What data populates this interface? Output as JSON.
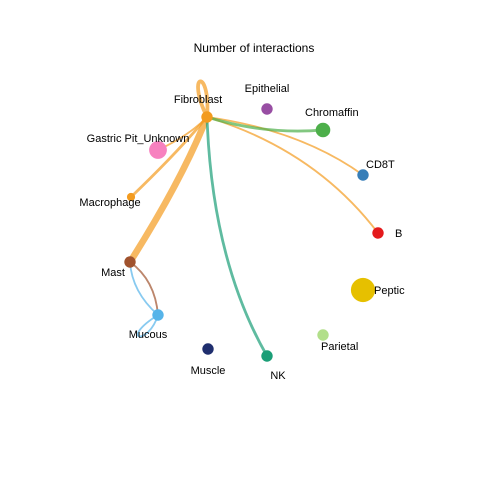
{
  "title": "Number of interactions",
  "nodes": [
    {
      "id": "fibroblast",
      "label": "Fibroblast",
      "color": "#F39B1F",
      "size": 2
    },
    {
      "id": "epithelial",
      "label": "Epithelial",
      "color": "#984EA3",
      "size": 2
    },
    {
      "id": "chromaffin",
      "label": "Chromaffin",
      "color": "#4DAF4A",
      "size": 3
    },
    {
      "id": "cd8t",
      "label": "CD8T",
      "color": "#377EB8",
      "size": 2
    },
    {
      "id": "b",
      "label": "B",
      "color": "#E41A1C",
      "size": 2
    },
    {
      "id": "peptic",
      "label": "Peptic",
      "color": "#E6C000",
      "size": 6
    },
    {
      "id": "parietal",
      "label": "Parietal",
      "color": "#B2DF8A",
      "size": 2
    },
    {
      "id": "nk",
      "label": "NK",
      "color": "#1B9E77",
      "size": 2
    },
    {
      "id": "muscle",
      "label": "Muscle",
      "color": "#1F2E6E",
      "size": 2
    },
    {
      "id": "mucous",
      "label": "Mucous",
      "color": "#56B4E9",
      "size": 2
    },
    {
      "id": "mast",
      "label": "Mast",
      "color": "#A0522D",
      "size": 2
    },
    {
      "id": "macrophage",
      "label": "Macrophage",
      "color": "#F39B1F",
      "size": 1
    },
    {
      "id": "gastric",
      "label": "Gastric Pit_Unknown",
      "color": "#F781BF",
      "size": 4
    }
  ],
  "edges": [
    {
      "source": "fibroblast",
      "target": "fibroblast",
      "weight": 3,
      "color": "#F39B1F"
    },
    {
      "source": "fibroblast",
      "target": "mast",
      "weight": 6,
      "color": "#F39B1F"
    },
    {
      "source": "fibroblast",
      "target": "macrophage",
      "weight": 2,
      "color": "#F39B1F"
    },
    {
      "source": "fibroblast",
      "target": "gastric",
      "weight": 1,
      "color": "#F39B1F"
    },
    {
      "source": "fibroblast",
      "target": "cd8t",
      "weight": 1,
      "color": "#F39B1F"
    },
    {
      "source": "fibroblast",
      "target": "b",
      "weight": 1,
      "color": "#F39B1F"
    },
    {
      "source": "chromaffin",
      "target": "fibroblast",
      "weight": 2,
      "color": "#4DAF4A"
    },
    {
      "source": "nk",
      "target": "fibroblast",
      "weight": 2,
      "color": "#1B9E77"
    },
    {
      "source": "mast",
      "target": "mucous",
      "weight": 1,
      "color": "#A0522D"
    },
    {
      "source": "mucous",
      "target": "mast",
      "weight": 1,
      "color": "#56B4E9"
    },
    {
      "source": "mucous",
      "target": "mucous",
      "weight": 1,
      "color": "#56B4E9"
    }
  ]
}
